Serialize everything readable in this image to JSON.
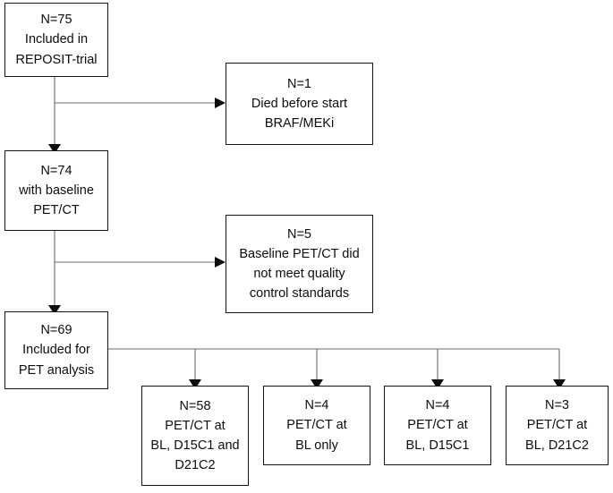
{
  "diagram": {
    "title": "REPOSIT-trial PET/CT patient flow diagram",
    "type": "flowchart",
    "colors": {
      "box_border": "#141414",
      "box_fill": "#ffffff",
      "connector": "#6b6b6b",
      "arrowhead": "#0d0d0d",
      "text": "#0d0d0d"
    },
    "nodes": [
      {
        "id": "included-trial",
        "count_label": "N=75",
        "lines": [
          "N=75",
          "Included in",
          "REPOSIT-trial"
        ]
      },
      {
        "id": "died-before",
        "count_label": "N=1",
        "lines": [
          "N=1",
          "Died before start",
          "BRAF/MEKi"
        ]
      },
      {
        "id": "baseline-petct",
        "count_label": "N=74",
        "lines": [
          "N=74",
          "with baseline",
          "PET/CT"
        ]
      },
      {
        "id": "failed-qc",
        "count_label": "N=5",
        "lines": [
          "N=5",
          "Baseline PET/CT did",
          "not meet quality",
          "control standards"
        ]
      },
      {
        "id": "included-pet",
        "count_label": "N=69",
        "lines": [
          "N=69",
          "Included for",
          "PET analysis"
        ]
      },
      {
        "id": "petct-all",
        "count_label": "N=58",
        "lines": [
          "N=58",
          "PET/CT at",
          "BL, D15C1 and",
          "D21C2"
        ]
      },
      {
        "id": "petct-bl-only",
        "count_label": "N=4",
        "lines": [
          "N=4",
          "PET/CT at",
          "BL only"
        ]
      },
      {
        "id": "petct-bl-d15c1",
        "count_label": "N=4",
        "lines": [
          "N=4",
          "PET/CT at",
          "BL, D15C1"
        ]
      },
      {
        "id": "petct-bl-d21c2",
        "count_label": "N=3",
        "lines": [
          "N=3",
          "PET/CT at",
          "BL, D21C2"
        ]
      }
    ]
  }
}
